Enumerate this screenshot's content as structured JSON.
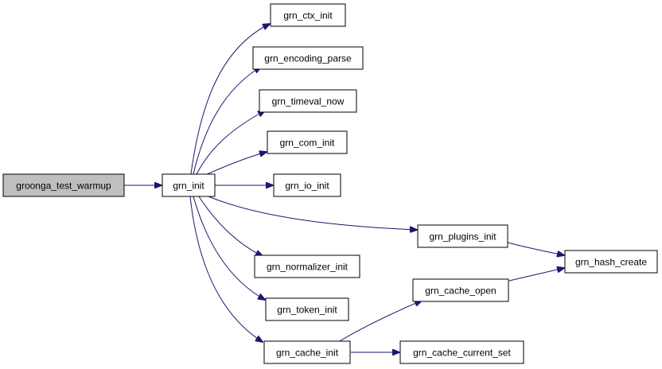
{
  "colors": {
    "edge": "#191970",
    "node_fill": "#ffffff",
    "root_fill": "#bfbfbf",
    "border": "#000000"
  },
  "nodes": {
    "groonga_test_warmup": "groonga_test_warmup",
    "grn_init": "grn_init",
    "grn_ctx_init": "grn_ctx_init",
    "grn_encoding_parse": "grn_encoding_parse",
    "grn_timeval_now": "grn_timeval_now",
    "grn_com_init": "grn_com_init",
    "grn_io_init": "grn_io_init",
    "grn_plugins_init": "grn_plugins_init",
    "grn_normalizer_init": "grn_normalizer_init",
    "grn_token_init": "grn_token_init",
    "grn_cache_init": "grn_cache_init",
    "grn_cache_open": "grn_cache_open",
    "grn_cache_current_set": "grn_cache_current_set",
    "grn_hash_create": "grn_hash_create"
  },
  "edges": [
    {
      "from": "groonga_test_warmup",
      "to": "grn_init"
    },
    {
      "from": "grn_init",
      "to": "grn_ctx_init"
    },
    {
      "from": "grn_init",
      "to": "grn_encoding_parse"
    },
    {
      "from": "grn_init",
      "to": "grn_timeval_now"
    },
    {
      "from": "grn_init",
      "to": "grn_com_init"
    },
    {
      "from": "grn_init",
      "to": "grn_io_init"
    },
    {
      "from": "grn_init",
      "to": "grn_plugins_init"
    },
    {
      "from": "grn_init",
      "to": "grn_normalizer_init"
    },
    {
      "from": "grn_init",
      "to": "grn_token_init"
    },
    {
      "from": "grn_init",
      "to": "grn_cache_init"
    },
    {
      "from": "grn_plugins_init",
      "to": "grn_hash_create"
    },
    {
      "from": "grn_cache_open",
      "to": "grn_hash_create"
    },
    {
      "from": "grn_cache_init",
      "to": "grn_cache_open"
    },
    {
      "from": "grn_cache_init",
      "to": "grn_cache_current_set"
    }
  ]
}
